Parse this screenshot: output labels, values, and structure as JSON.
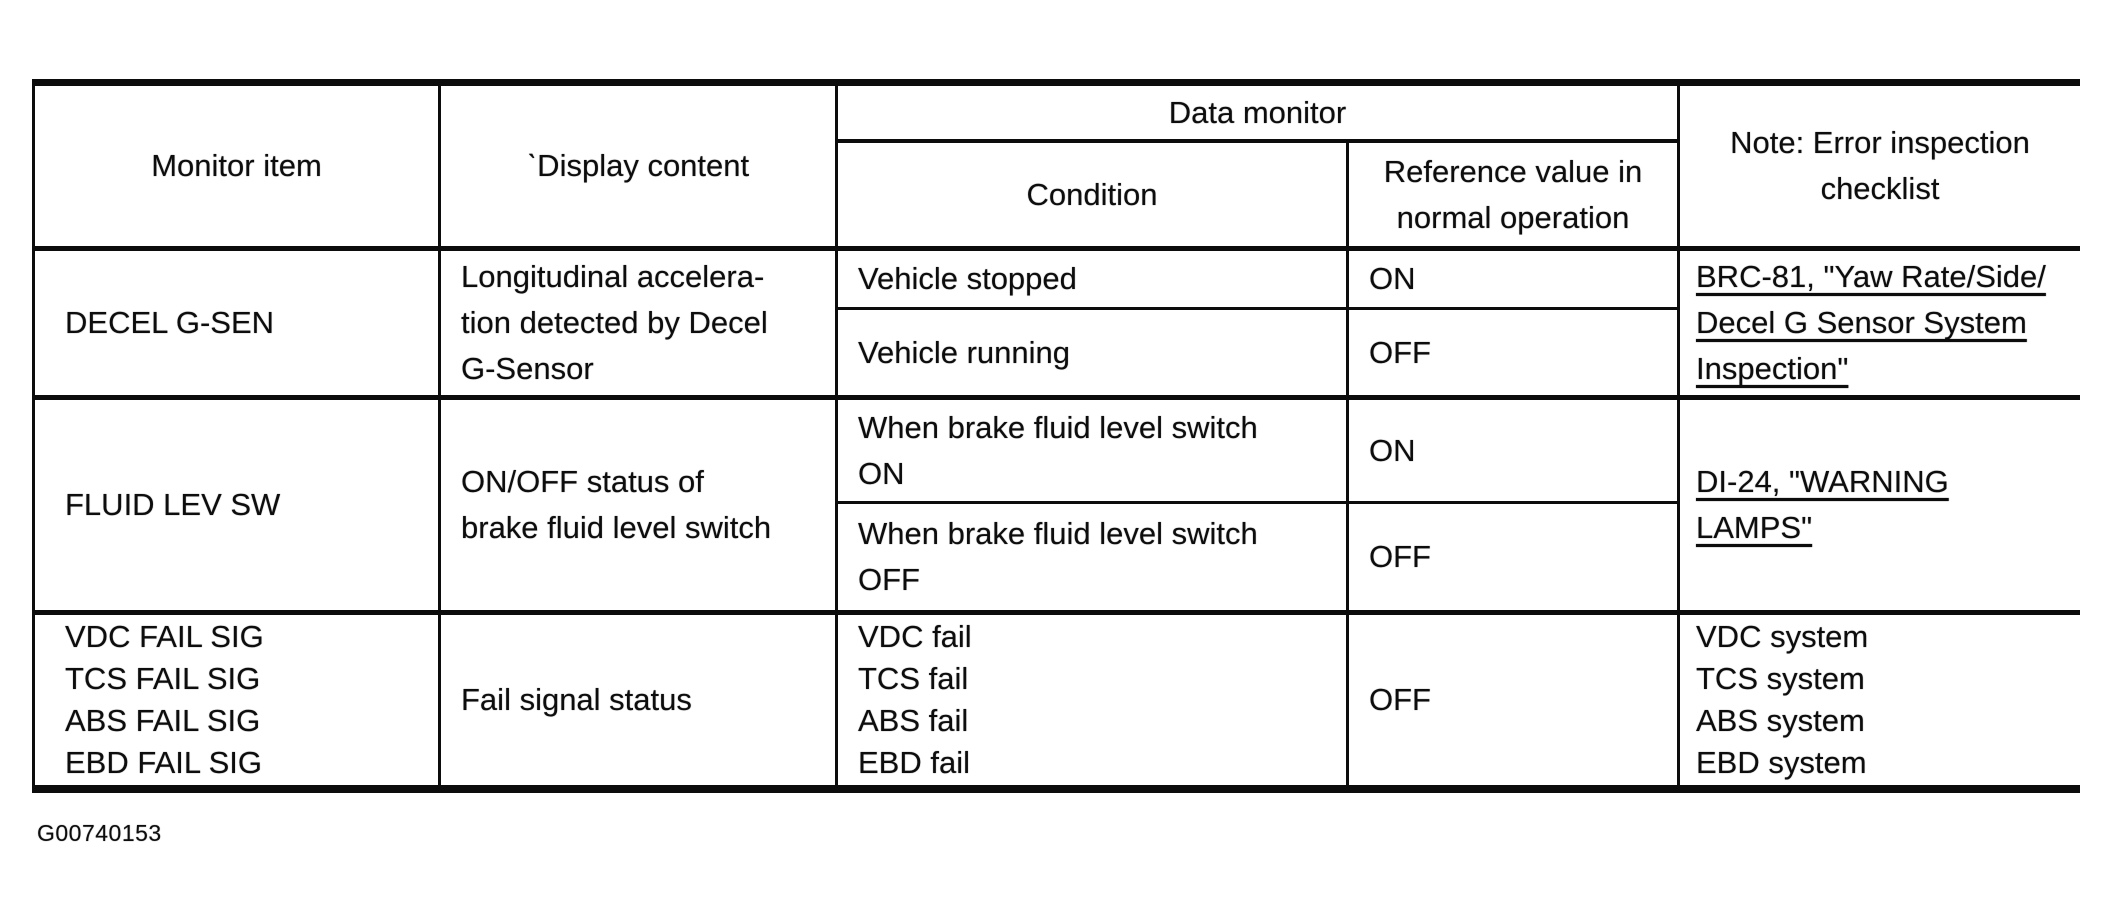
{
  "table": {
    "headers": {
      "monitor_item": "Monitor item",
      "display_content": "ˋDisplay content",
      "data_monitor": "Data monitor",
      "condition": "Condition",
      "reference_value": "Reference value in\nnormal operation",
      "note": "Note: Error inspection\nchecklist"
    },
    "rows": [
      {
        "monitor_item": "DECEL G-SEN",
        "display_content": "Longitudinal accelera-\ntion detected by Decel\nG-Sensor",
        "sub_rows": [
          {
            "condition": "Vehicle stopped",
            "reference_value": "ON"
          },
          {
            "condition": "Vehicle running",
            "reference_value": "OFF"
          }
        ],
        "note": "BRC-81, \"Yaw Rate/Side/\nDecel G Sensor System\nInspection\""
      },
      {
        "monitor_item": "FLUID LEV SW",
        "display_content": "ON/OFF status of\nbrake fluid level switch",
        "sub_rows": [
          {
            "condition": "When brake fluid level switch\nON",
            "reference_value": "ON"
          },
          {
            "condition": "When brake fluid level switch\nOFF",
            "reference_value": "OFF"
          }
        ],
        "note": "DI-24, \"WARNING\nLAMPS\""
      },
      {
        "monitor_item": "VDC FAIL SIG\nTCS FAIL SIG\nABS FAIL SIG\nEBD FAIL SIG",
        "display_content": "Fail signal status",
        "sub_rows": [
          {
            "condition": "VDC fail\nTCS fail\nABS fail\nEBD fail",
            "reference_value": "OFF"
          }
        ],
        "note": "VDC system\nTCS system\nABS system\nEBD system"
      }
    ],
    "footnote": "G00740153"
  }
}
